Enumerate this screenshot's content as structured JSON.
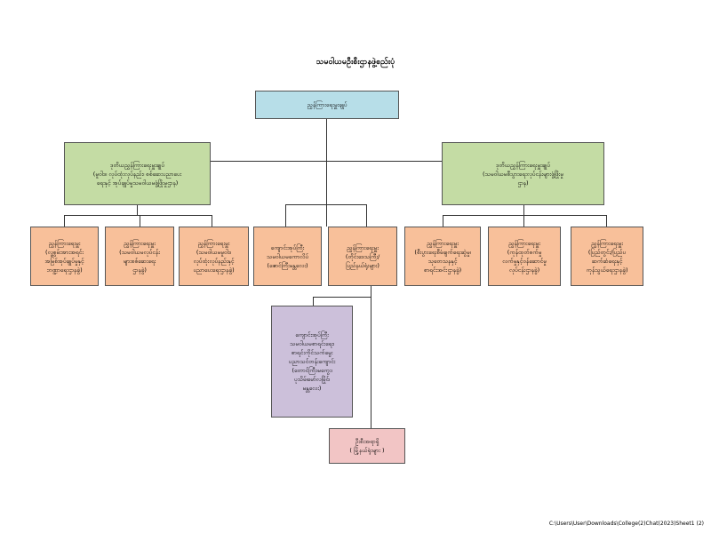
{
  "title": "သမဝါယမဦးစီးဌာနဖွဲ့စည်းပုံ",
  "nodes": {
    "top": "ညွှန်ကြားရေးမှူးချုပ်",
    "left_dg": [
      "ဒုတိယညွှန်ကြားရေးမှူးချုပ်",
      "(မူဝါဒ၊ လုပ်ထုံးလုပ်နည်း၊ စစ်ဆေးပညာပေး",
      "ရေးနှင့် အုပ်ချုပ်မှုသမဝါယမဖွံ့ဖြိုးမှုဌာန)"
    ],
    "right_dg": [
      "ဒုတိယညွှန်ကြားရေးမှူးချုပ်",
      "(သမဝါယမစီးပွားရေးလုပ်ငန်းများဖွံ့ဖြိုးမှု",
      "ဌာန)"
    ],
    "d1": [
      "ညွှန်ကြားရေးမှူး",
      "(လူ့စွမ်းအားအရင်း",
      "အမြစ်အုပ်ချုပ်မှုနှင့်",
      "ဘဏ္ဍာရေးဌာနခွဲ)"
    ],
    "d2": [
      "ညွှန်ကြားရေးမှူး",
      "(သမဝါယမလုပ်ငန်း",
      "များစစ်ဆေးရေး",
      "ဌာနခွဲ)"
    ],
    "d3": [
      "ညွှန်ကြားရေးမှူး",
      "(သမဝါယမမူဝါဒ",
      "လုပ်ထုံးလုပ်နည်းနှင့်",
      "ပညာပေးရေးဌာနခွဲ)"
    ],
    "college": [
      "ကျောင်းအုပ်ကြီး",
      "သမဝါယမကောလိပ်",
      "(ဧောင်ကြီးမန္တလေး)"
    ],
    "d_region": [
      "ညွှန်ကြားရေးမှူး",
      "(တိုင်းဒေသကြီး/",
      "ပြည်နယ်ရုံးများ)"
    ],
    "d4": [
      "ညွှန်ကြားရေးမှူး",
      "(စီးပွားရေးစီမံချက်ရေးဆွဲမှု၊",
      "သုတေသနနှင့်",
      "စာရင်းအင်းဌာနခွဲ)"
    ],
    "d5": [
      "ညွှန်ကြားရေးမှူး",
      "(ကုန်ထုတ်စက်မှု",
      "လက်မှုနှင့်ဝန်ဆောင်မှု",
      "လုပ်ငန်းဌာနခွဲ)"
    ],
    "d6": [
      "ညွှန်ကြားရေးမှူး",
      "(ပြည်တွင်း/ပြည်ပ",
      "ဆက်ဆံရေးနှင့်",
      "ကုန်သွယ်ရေးဌာနခွဲ)"
    ],
    "school": [
      "ကျောင်းအုပ်ကြီး",
      "သမဝါယမစာရင်းရေး၊",
      "စာရင်းကိုင်သက်မွေး",
      "ပညာသင်တန်းကျောင်း",
      "(တောင်ကြီး၊မကွေး၊",
      "ပုသိမ်၊မော်လမြိုင်၊",
      "မန္တလေး)"
    ],
    "township": [
      "ဦးစီးအရာရှိ",
      "( မြို့နယ်ရုံးများ )"
    ]
  },
  "footer": "C:\\Users\\User\\Downloads\\College(2)Chat(2023)Sheet1 (2)"
}
